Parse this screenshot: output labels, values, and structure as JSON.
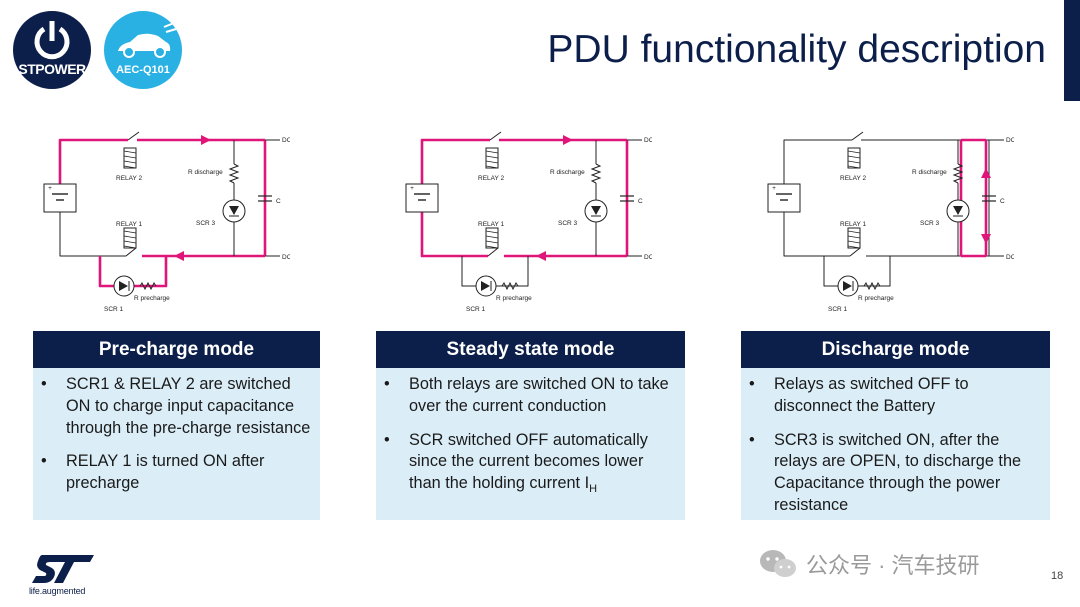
{
  "header": {
    "title": "PDU functionality description",
    "logo_left_text": "STPOWER",
    "logo_right_text": "AEC-Q101"
  },
  "circuit_labels": {
    "dc_plus": "DC +",
    "dc_minus": "DC -",
    "relay2": "RELAY 2",
    "relay1": "RELAY 1",
    "r_discharge": "R discharge",
    "scr3": "SCR 3",
    "cap": "C",
    "r_precharge": "R precharge",
    "scr1": "SCR 1"
  },
  "modes": [
    {
      "title": "Pre-charge mode",
      "bullets": [
        "SCR1 & RELAY 2 are switched ON to charge input capacitance through the pre-charge resistance",
        "RELAY 1 is turned ON after precharge"
      ]
    },
    {
      "title": "Steady state mode",
      "bullets": [
        "Both relays are switched ON to take over the current conduction",
        "SCR switched OFF automatically since the current becomes lower than the holding current I"
      ],
      "subscript": "H"
    },
    {
      "title": "Discharge mode",
      "bullets": [
        "Relays as switched OFF to disconnect the Battery",
        "SCR3 is switched ON, after the relays are OPEN, to discharge the Capacitance through the power resistance"
      ]
    }
  ],
  "footer": {
    "tagline": "life.augmented",
    "watermark": "公众号 · 汽车技研",
    "page_number": "18"
  },
  "colors": {
    "navy": "#0c1f4a",
    "highlight": "#e0157a",
    "box_bg": "#dbeef8",
    "aec_blue": "#2ab1e3"
  },
  "icons": [
    "power-icon",
    "car-icon",
    "st-logo"
  ]
}
